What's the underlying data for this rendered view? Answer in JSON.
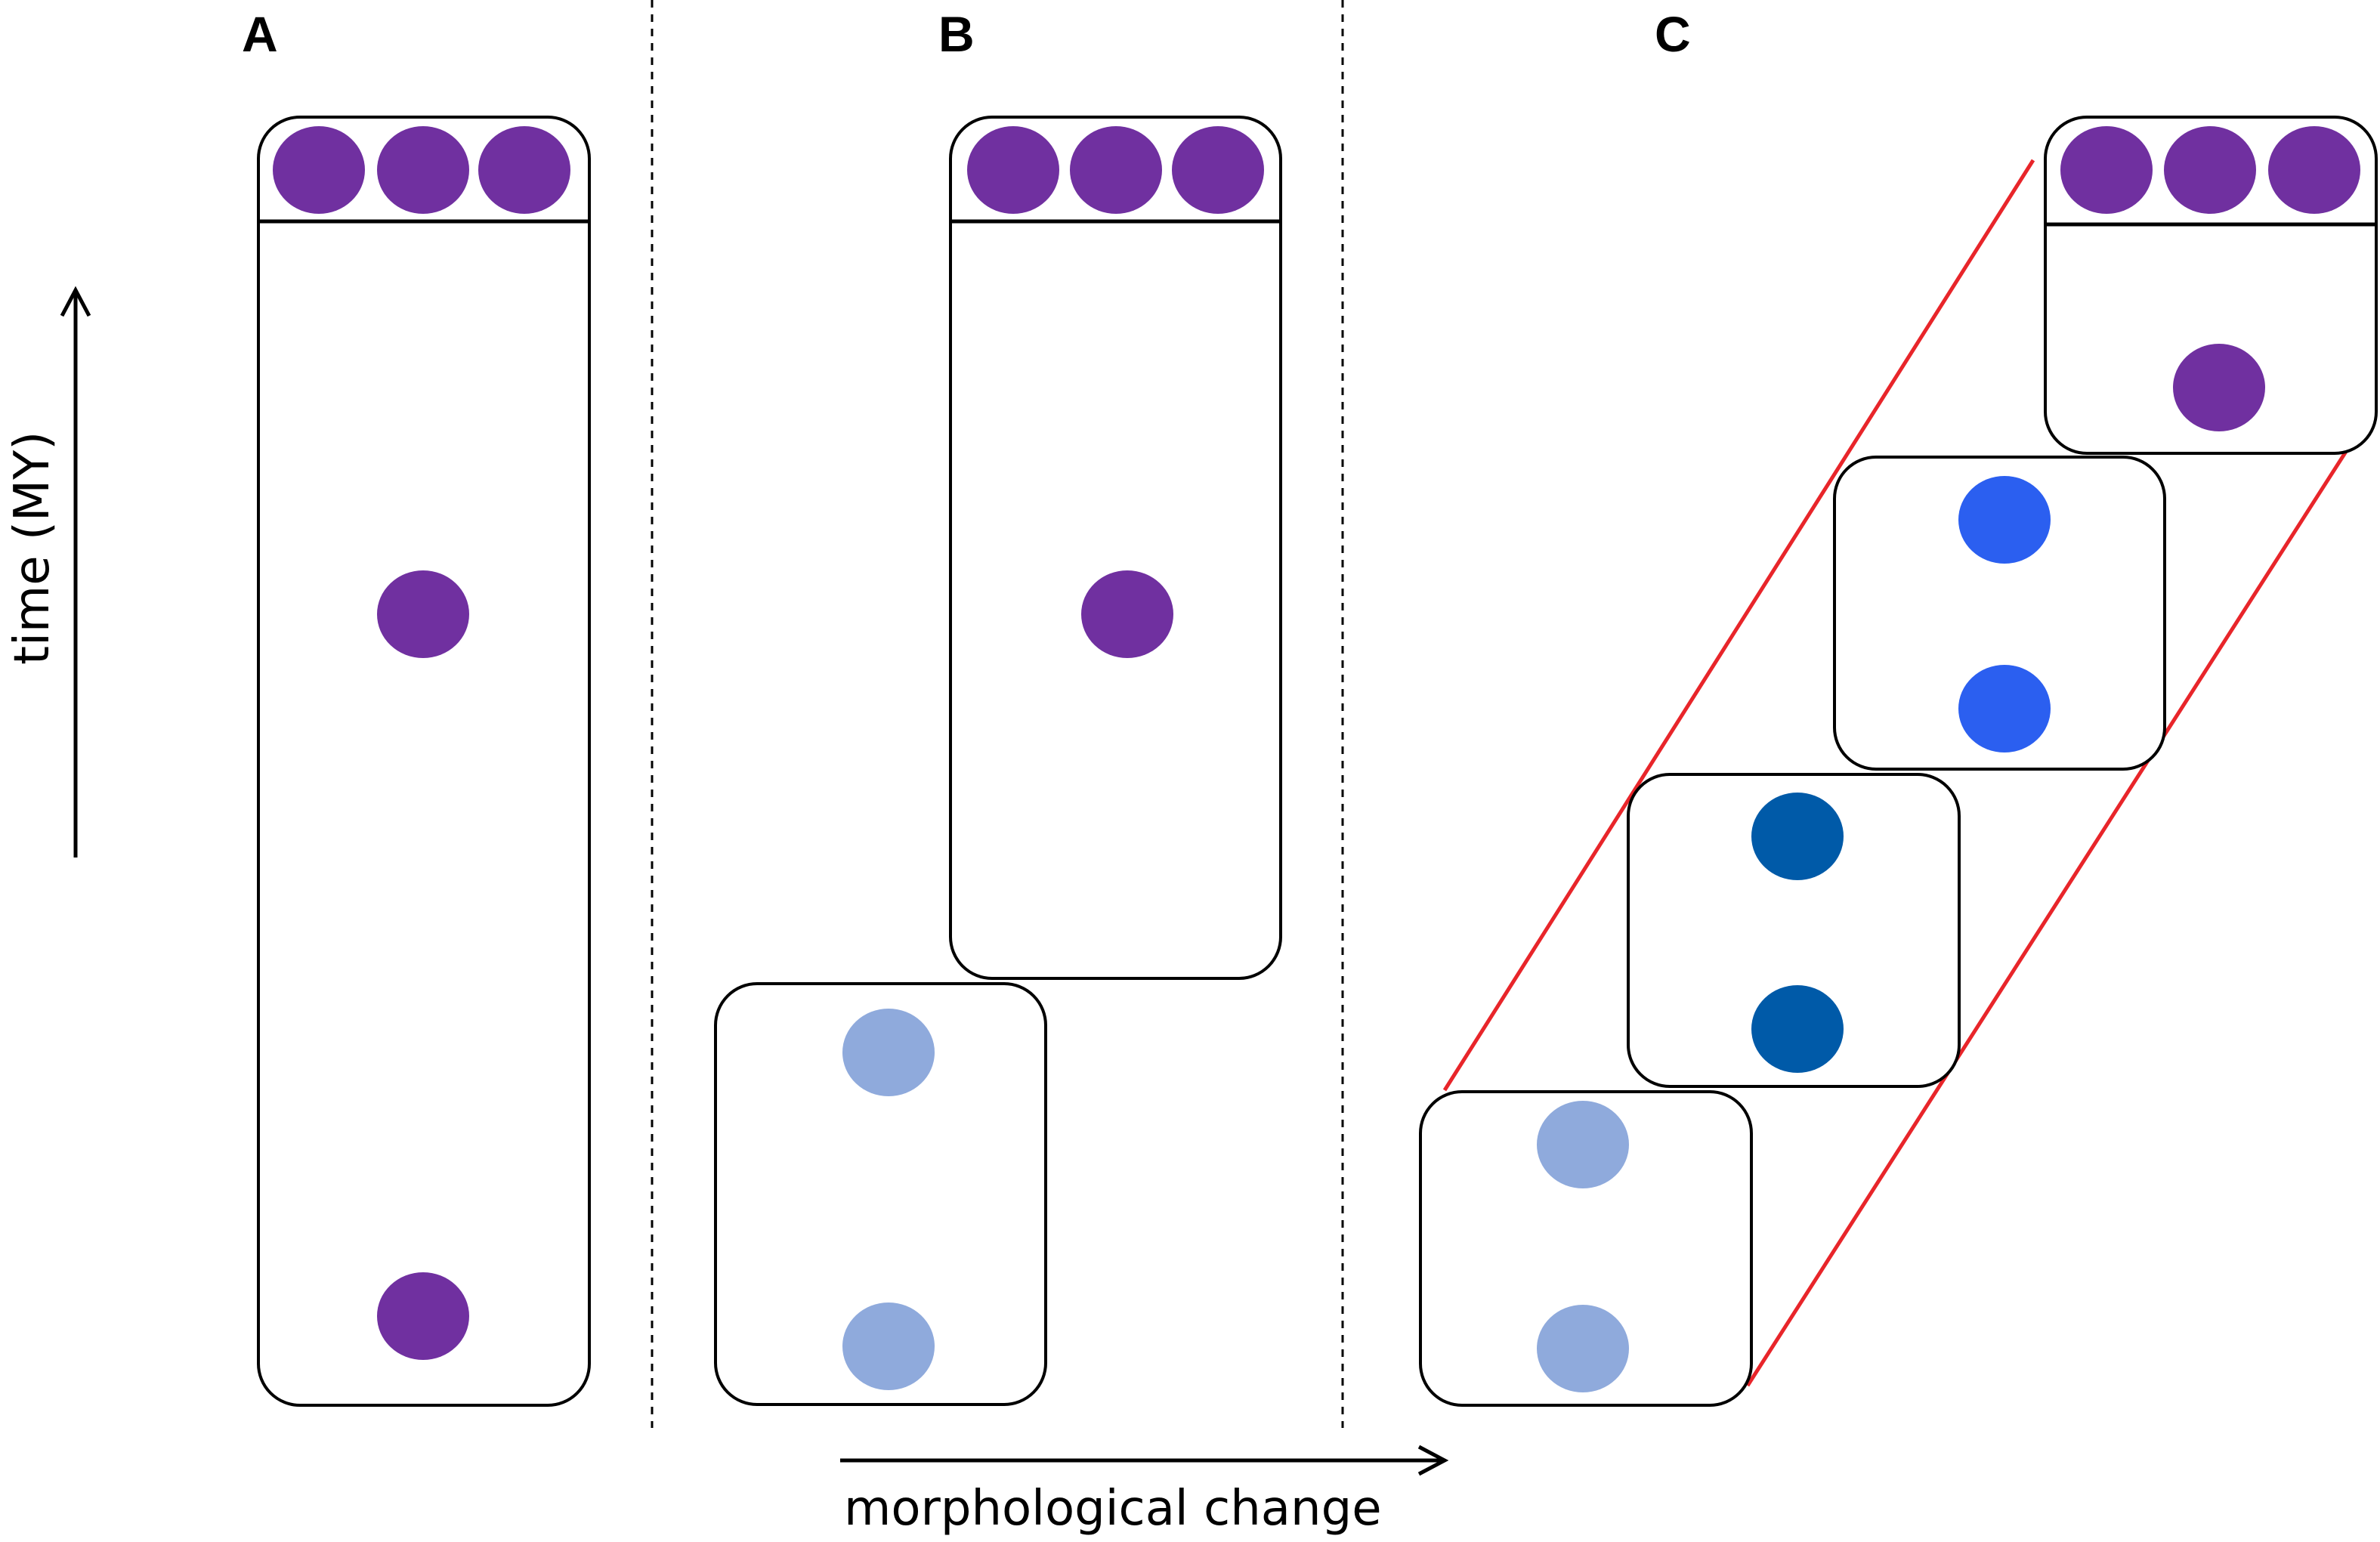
{
  "panels": {
    "a": {
      "label": "A"
    },
    "b": {
      "label": "B"
    },
    "c": {
      "label": "C"
    }
  },
  "axes": {
    "y_label": "time (MY)",
    "x_label": "morphological change"
  },
  "colors": {
    "purple": "#7030a0",
    "bright_blue": "#2b5ff0",
    "dark_blue": "#005aa8",
    "light_blue": "#8faadc",
    "lineage_edge": "#e8252a"
  }
}
